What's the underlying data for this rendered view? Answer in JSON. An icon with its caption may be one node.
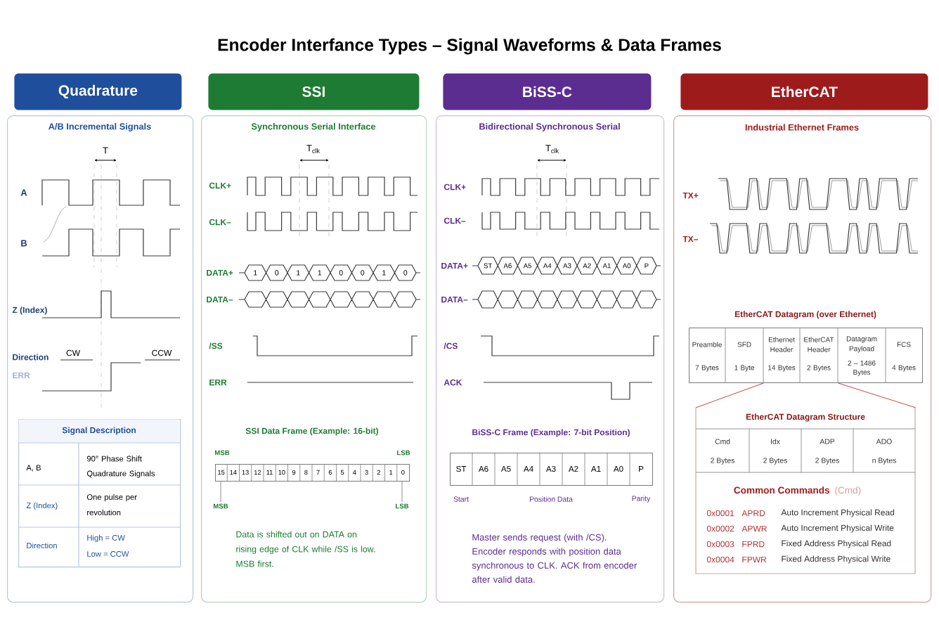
{
  "diagram": {
    "title": "Encoder Interfance Types – Signal Waveforms & Data Frames",
    "nodes": [
      {
        "text": [
          "Quadrature"
        ]
      },
      {
        "text": [
          "A/B Incremental Signals"
        ]
      },
      {
        "text": [
          "Signal Description"
        ],
        "in": 1
      },
      {
        "text": [
          "SSI"
        ]
      },
      {
        "text": [
          "Synchronous Serial Interface"
        ]
      },
      {
        "text": [
          "SSI Data Frame (Example: 16-bit)"
        ],
        "in": 4
      },
      {
        "text": [
          "MSB"
        ],
        "in": 4
      },
      {
        "text": [
          "LSB"
        ],
        "in": 4
      },
      {
        "text": [
          "BiSS-C"
        ]
      },
      {
        "text": [
          "Bidirectional Synchronous Serial"
        ]
      },
      {
        "text": [
          "BiSS-C Frame (Example: 7-bit Position)"
        ],
        "in": 9
      },
      {
        "text": [
          "EtherCAT"
        ]
      },
      {
        "text": [
          "Industrial Ethernet Frames"
        ]
      },
      {
        "text": [
          "EtherCAT Datagram (over Ethernet)"
        ],
        "in": 12
      },
      {
        "text": [
          "EtherCAT Datagram Structure"
        ],
        "in": 12
      }
    ],
    "edges": [
      {
        "from": 6,
        "to": 5,
        "arrow": "none"
      },
      {
        "from": 7,
        "to": 5,
        "arrow": "none"
      },
      {
        "from": 13,
        "to": 14,
        "arrow": "none",
        "color": "#c0504d"
      },
      {
        "from": 13,
        "to": 14,
        "arrow": "none",
        "color": "#c0504d"
      }
    ],
    "labels": [
      "T",
      "A",
      "B",
      "Z (Index)",
      "Direction",
      "CW",
      "CCW",
      "ERR",
      "A, B",
      "90° Phase Shift Quadrature Signals",
      "Z (Index)",
      "One pulse per revolution",
      "Direction",
      "High = CW",
      "Low = CCW",
      "T$_{clk}$",
      "CLK+",
      "CLK–",
      "DATA+",
      "1",
      "0",
      "1",
      "1",
      "0",
      "0",
      "1",
      "0",
      "DATA–",
      "/SS",
      "ERR",
      "MSB",
      "LSB",
      "15",
      "14",
      "13",
      "12",
      "11",
      "10",
      "9",
      "8",
      "7",
      "6",
      "5",
      "4",
      "3",
      "2",
      "1",
      "0",
      "Data is shifted out on DATA on rising edge of CLK while /SS is low. MSB first.",
      "T$_{clk}$",
      "CLK+",
      "CLK–",
      "DATA+",
      "ST",
      "A6",
      "A5",
      "A4",
      "A3",
      "A2",
      "A1",
      "A0",
      "P",
      "DATA–",
      "/CS",
      "ACK",
      "ST",
      "A6",
      "A5",
      "A4",
      "A3",
      "A2",
      "A1",
      "A0",
      "P",
      "Start",
      "Position Data",
      "Parity",
      "Master sends request (with /CS). Encoder responds with position data synchronous to CLK. ACK from encoder after valid data.",
      "TX+",
      "TX–",
      "Preamble",
      "SFD",
      "Ethernet Header",
      "EtherCAT Header",
      "Datagram Payload",
      "FCS",
      "7 Bytes",
      "1 Byte",
      "14 Bytes",
      "2 Bytes",
      "2 – 1486 Bytes",
      "4 Bytes",
      "Cmd",
      "Idx",
      "ADP",
      "ADO",
      "2 Bytes",
      "2 Bytes",
      "2 Bytes",
      "n Bytes",
      "Common Commands",
      "(Cmd)",
      "0x0001",
      "APRD",
      "Auto Increment Physical Read",
      "0x0002",
      "APWR",
      "Auto Increment Physical Write",
      "0x0003",
      "FPRD",
      "Fixed Address Physical Read",
      "0x0004",
      "FPWR",
      "Fixed Address Physical Write"
    ]
  }
}
